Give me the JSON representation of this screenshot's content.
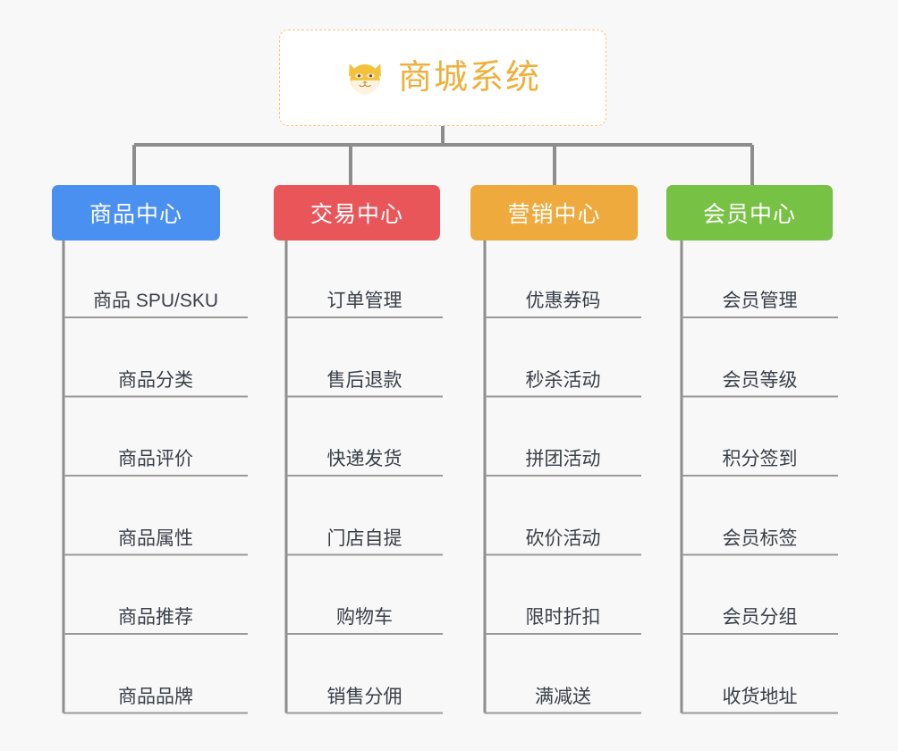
{
  "diagram": {
    "type": "mindmap",
    "background": "#f8f8f8",
    "root": {
      "title": "商城系统",
      "icon": "shiba-dog-icon",
      "text_color": "#eeb03c",
      "border_color": "#f5c97a",
      "background": "#ffffff"
    },
    "connector_color": "#8d8d8d",
    "leaf_rule_color": "#9a9a9a",
    "leaf_text_color": "#3a3f47",
    "branches": [
      {
        "label": "商品中心",
        "color": "#4a90f0",
        "items": [
          "商品 SPU/SKU",
          "商品分类",
          "商品评价",
          "商品属性",
          "商品推荐",
          "商品品牌"
        ]
      },
      {
        "label": "交易中心",
        "color": "#e8565a",
        "items": [
          "订单管理",
          "售后退款",
          "快递发货",
          "门店自提",
          "购物车",
          "销售分佣"
        ]
      },
      {
        "label": "营销中心",
        "color": "#eeaa3c",
        "items": [
          "优惠券码",
          "秒杀活动",
          "拼团活动",
          "砍价活动",
          "限时折扣",
          "满减送"
        ]
      },
      {
        "label": "会员中心",
        "color": "#77c244",
        "items": [
          "会员管理",
          "会员等级",
          "积分签到",
          "会员标签",
          "会员分组",
          "收货地址"
        ]
      }
    ]
  }
}
